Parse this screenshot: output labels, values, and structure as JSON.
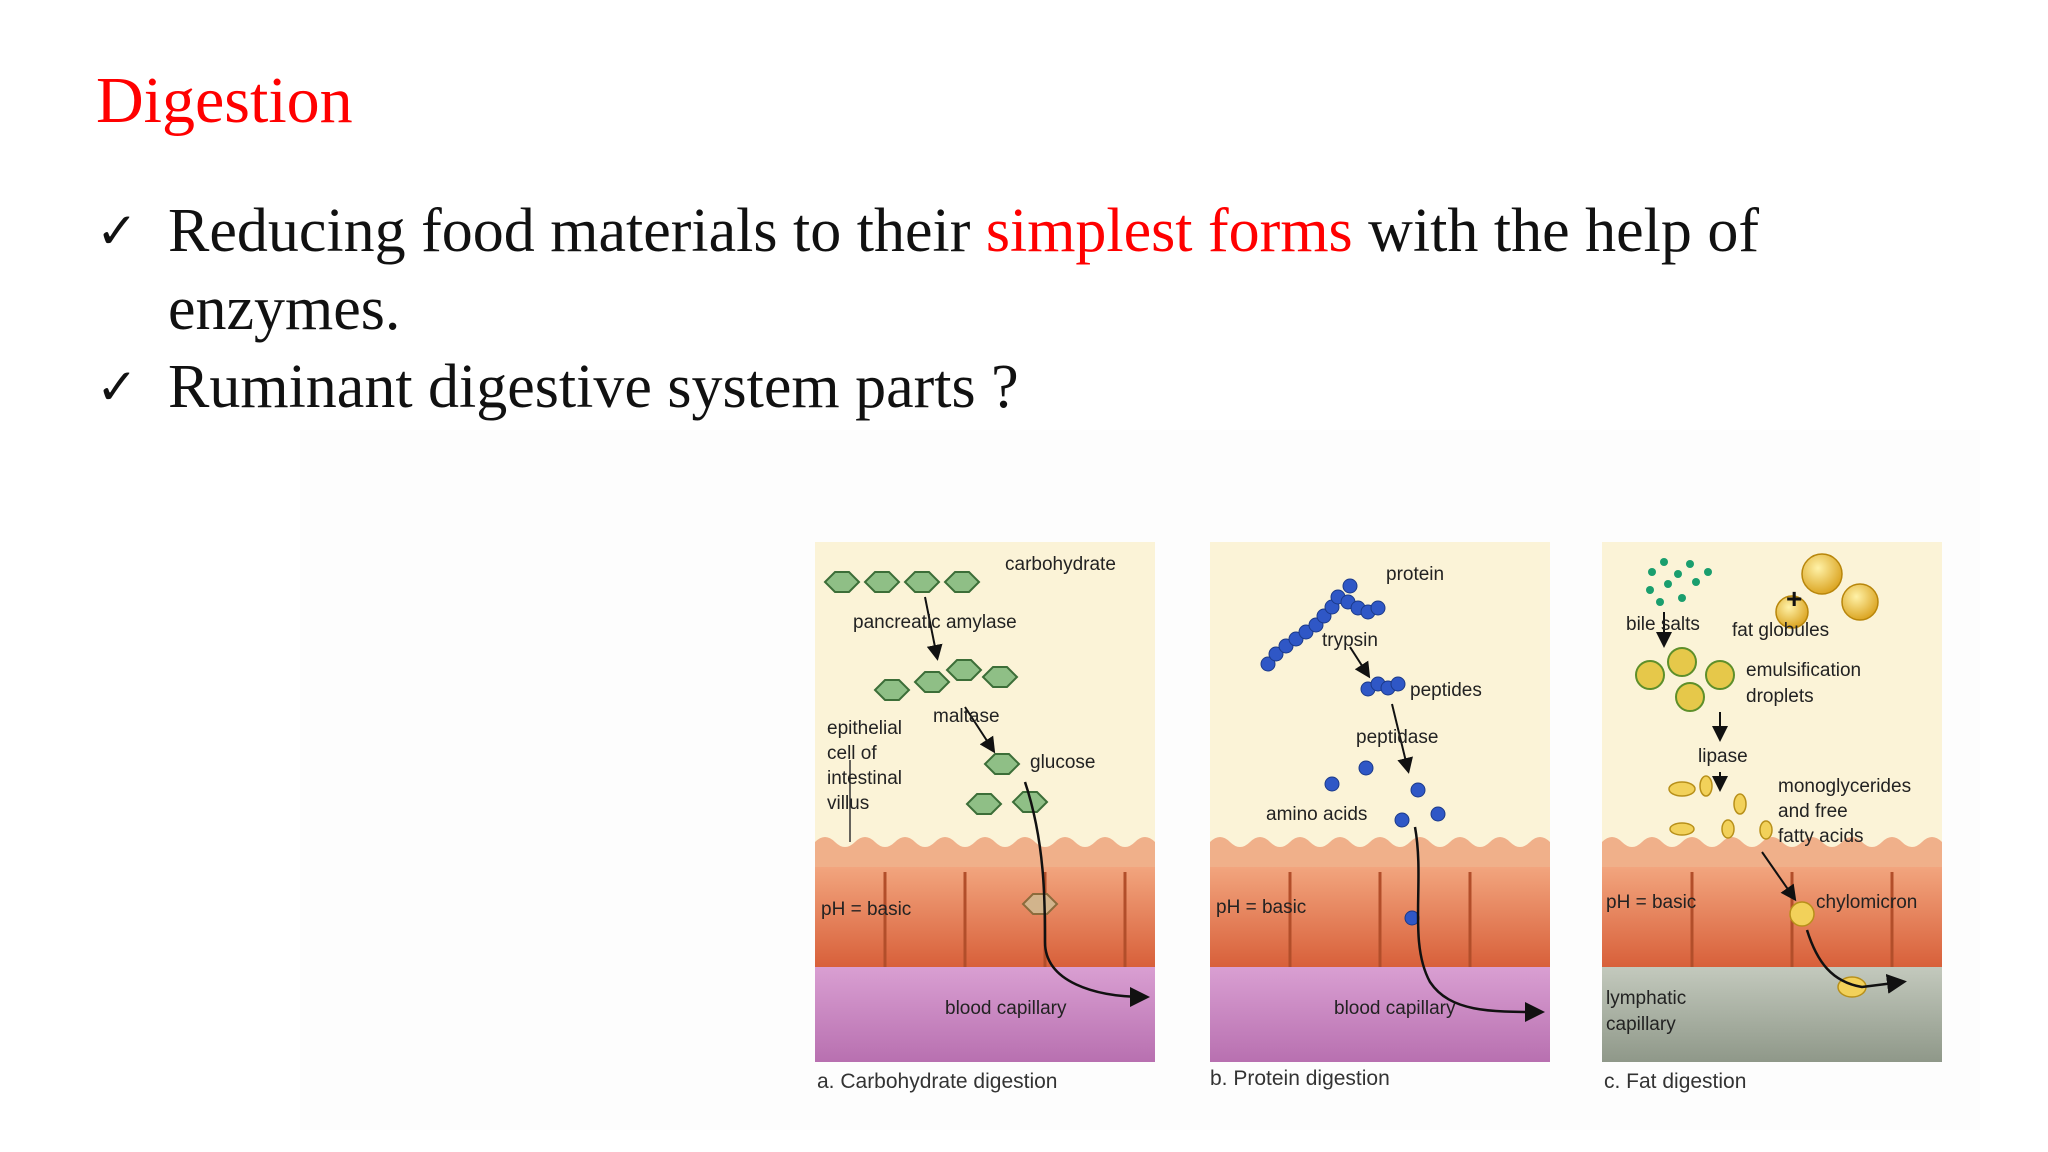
{
  "title": "Digestion",
  "bullets": [
    {
      "pre": "Reducing food materials to their ",
      "highlight": "simplest forms",
      "post": " with the help of enzymes."
    },
    {
      "pre": "Ruminant digestive system parts ?",
      "highlight": "",
      "post": ""
    }
  ],
  "check_glyph": "✓",
  "panels": {
    "a": {
      "caption": "a. Carbohydrate digestion",
      "carbohydrate": "carbohydrate",
      "enzyme1": "pancreatic amylase",
      "enzyme2": "maltase",
      "product": "glucose",
      "cell_l1": "epithelial",
      "cell_l2": "cell of",
      "cell_l3": "intestinal",
      "cell_l4": "villus",
      "ph": "pH = basic",
      "vessel": "blood capillary"
    },
    "b": {
      "caption": "b. Protein digestion",
      "substrate": "protein",
      "enzyme1": "trypsin",
      "mid": "peptides",
      "enzyme2": "peptidase",
      "product": "amino acids",
      "ph": "pH = basic",
      "vessel": "blood capillary"
    },
    "c": {
      "caption": "c. Fat digestion",
      "bile": "bile salts",
      "fat": "fat globules",
      "plus": "+",
      "emul_l1": "emulsification",
      "emul_l2": "droplets",
      "enzyme": "lipase",
      "prod_l1": "monoglycerides",
      "prod_l2": "and free",
      "prod_l3": "fatty acids",
      "ph": "pH = basic",
      "chylo": "chylomicron",
      "vessel_l1": "lymphatic",
      "vessel_l2": "capillary"
    }
  },
  "colors": {
    "title": "#ff0000",
    "highlight": "#ff0000",
    "panel_bg": "#fbf3d7",
    "cells": "#e8744a",
    "capillary": "#c985c2",
    "lymph": "#a9b1a3",
    "glucose": "#7fb07c",
    "amino": "#2f57c6",
    "fat": "#e6b81e"
  }
}
